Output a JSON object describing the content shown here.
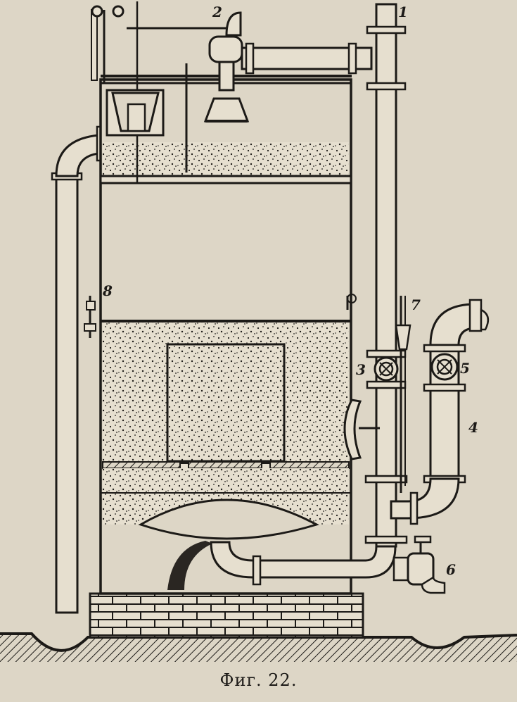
{
  "figure": {
    "caption": "Фиг. 22.",
    "part_labels": [
      "1",
      "2",
      "3",
      "4",
      "5",
      "6",
      "7",
      "8"
    ]
  },
  "colors": {
    "paper": "#ddd6c6",
    "ink": "#1c1a17",
    "sand": "#e6dfcf"
  }
}
